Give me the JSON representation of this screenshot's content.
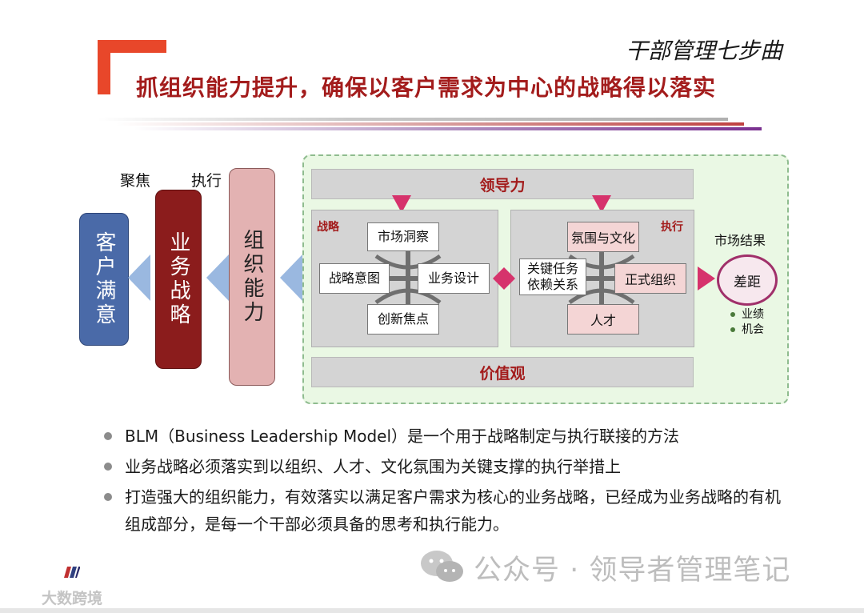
{
  "header": {
    "subtitle": "干部管理七步曲",
    "title": "抓组织能力提升，确保以客户需求为中心的战略得以落实"
  },
  "left_flow": {
    "focus_label": "聚焦",
    "execute_label": "执行",
    "customer_satisfaction": "客户满意",
    "business_strategy": "业务战略",
    "org_capability": "组织能力"
  },
  "blm": {
    "leadership": "领导力",
    "values": "价值观",
    "strategy_label": "战略",
    "execution_label": "执行",
    "strategy_items": {
      "market_insight": "市场洞察",
      "strategic_intent": "战略意图",
      "business_design": "业务设计",
      "innovation_focus": "创新焦点"
    },
    "execution_items": {
      "climate_culture": "氛围与文化",
      "critical_tasks": "关键任务依赖关系",
      "formal_org": "正式组织",
      "talent": "人才"
    }
  },
  "market": {
    "label": "市场结果",
    "gap": "差距",
    "items": [
      "业绩",
      "机会"
    ]
  },
  "bullets": [
    "BLM（Business Leadership Model）是一个用于战略制定与执行联接的方法",
    "业务战略必须落实到以组织、人才、文化氛围为关键支撑的执行举措上",
    "打造强大的组织能力，有效落实以满足客户需求为核心的业务战略，已经成为业务战略的有机组成部分，是每一个干部必须具备的思考和执行能力。"
  ],
  "watermark": {
    "text": "公众号 · 领导者管理笔记",
    "logo_text": "大数跨境"
  },
  "colors": {
    "accent_red": "#a31c1c",
    "bracket": "#e8472a",
    "customer_blue": "#4a6aa8",
    "strategy_red": "#8b1c1c",
    "org_pink": "#e3b2b2",
    "panel_green": "#eaf8e4",
    "magenta": "#d6336c"
  }
}
